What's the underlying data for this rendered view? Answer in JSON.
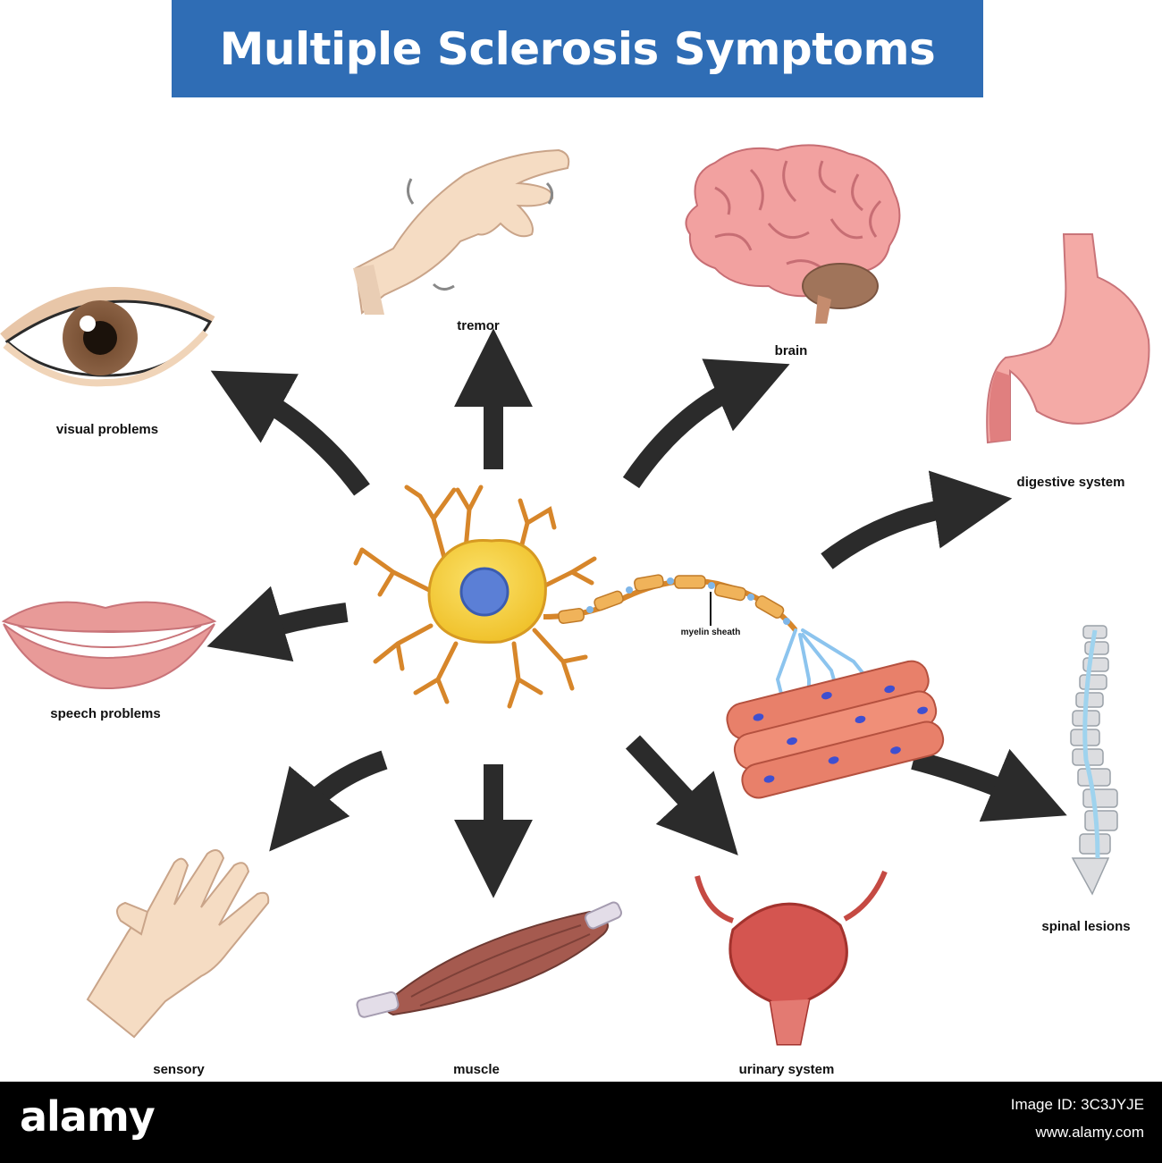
{
  "title": "Multiple Sclerosis Symptoms",
  "labels": {
    "tremor": "tremor",
    "brain": "brain",
    "visual": "visual problems",
    "digestive": "digestive system",
    "speech": "speech problems",
    "myelin": "myelin sheath",
    "spinal": "spinal lesions",
    "sensory": "sensory",
    "muscle": "muscle",
    "urinary": "urinary system"
  },
  "footer": {
    "logo": "alamy",
    "image_id": "Image ID: 3C3JYJE",
    "url": "www.alamy.com"
  },
  "colors": {
    "title_bar": "#2f6db5",
    "arrow": "#2b2b2b",
    "neuron": "#f3cf3a",
    "nucleus": "#5b7fd6",
    "dendrite": "#d7862a"
  }
}
